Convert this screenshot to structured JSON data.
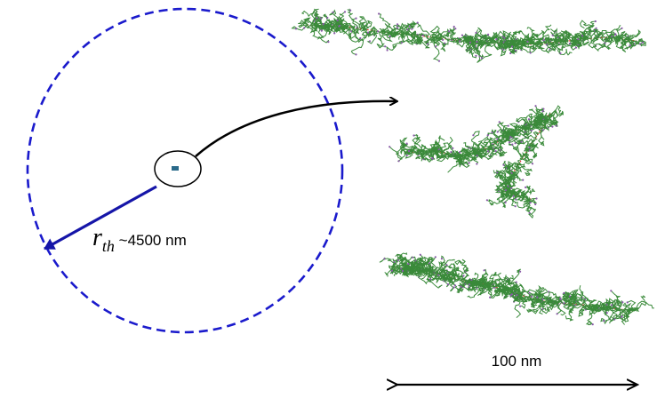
{
  "radius_label": {
    "symbol": "r",
    "subscript": "th",
    "value": " ~4500 nm"
  },
  "scale_bar": {
    "label": "100 nm"
  },
  "colors": {
    "boundary_circle": "#1a1acc",
    "radius_arrow": "#1515a8",
    "aggregate_branch": "#3a8a3a",
    "aggregate_backbone": "#e03030",
    "aggregate_nodes": "#8a5aa8",
    "particle": "#2a6a8a"
  },
  "icons": {
    "radius_arrow": "arrow-radius-icon",
    "zoom_arrow": "arrow-curved-icon",
    "scale_arrow": "double-arrow-icon"
  }
}
